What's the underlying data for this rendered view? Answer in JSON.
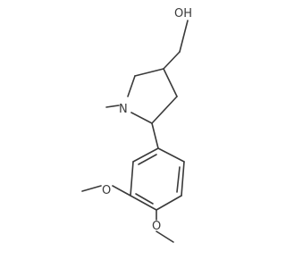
{
  "molecule": {
    "atoms": {
      "hydroxyl": "OH",
      "amine": "N",
      "methoxy_meta": "O",
      "methoxy_para": "O"
    }
  }
}
